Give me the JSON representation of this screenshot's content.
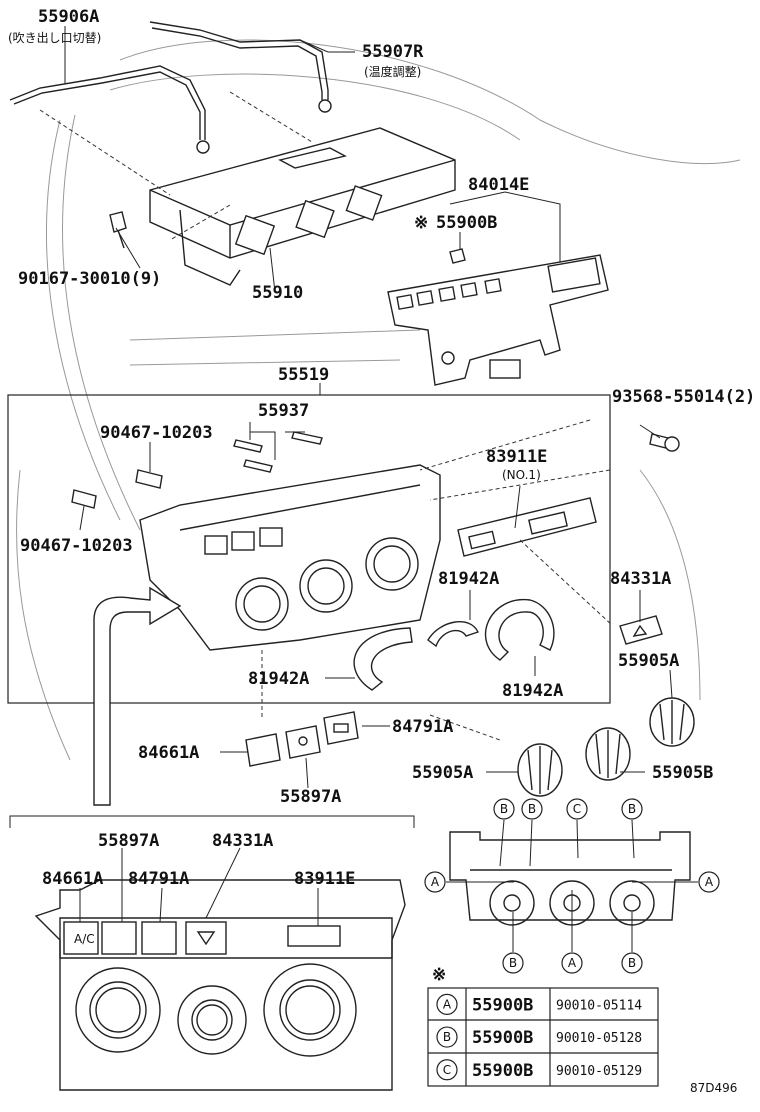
{
  "labels": {
    "p55906a": "55906A",
    "p55906a_note": "(吹き出し口切替)",
    "p55907r": "55907R",
    "p55907r_note": "(温度調整)",
    "p84014e": "84014E",
    "p55900b_top": "55900B",
    "p90167": "90167-30010(9)",
    "p55910": "55910",
    "p55519": "55519",
    "p93568": "93568-55014(2)",
    "p55937": "55937",
    "p90467_a": "90467-10203",
    "p90467_b": "90467-10203",
    "p83911e": "83911E",
    "p83911e_note": "(NO.1)",
    "p81942a_1": "81942A",
    "p81942a_2": "81942A",
    "p81942a_3": "81942A",
    "p84331a": "84331A",
    "p55905a_1": "55905A",
    "p55905a_2": "55905A",
    "p55905b": "55905B",
    "p84791a": "84791A",
    "p84661a": "84661A",
    "p55897a": "55897A",
    "b55897a": "55897A",
    "b84331a": "84331A",
    "b84661a": "84661A",
    "b84791a": "84791A",
    "b83911e": "83911E",
    "ref_mark": "※",
    "ref_mark_top": "※",
    "btn_ac": "A/C",
    "drawing_code": "87D496"
  },
  "callouts": {
    "A": "A",
    "B": "B",
    "C": "C"
  },
  "screw_table": [
    {
      "key": "A",
      "part": "55900B",
      "number": "90010-05114"
    },
    {
      "key": "B",
      "part": "55900B",
      "number": "90010-05128"
    },
    {
      "key": "C",
      "part": "55900B",
      "number": "90010-05129"
    }
  ]
}
